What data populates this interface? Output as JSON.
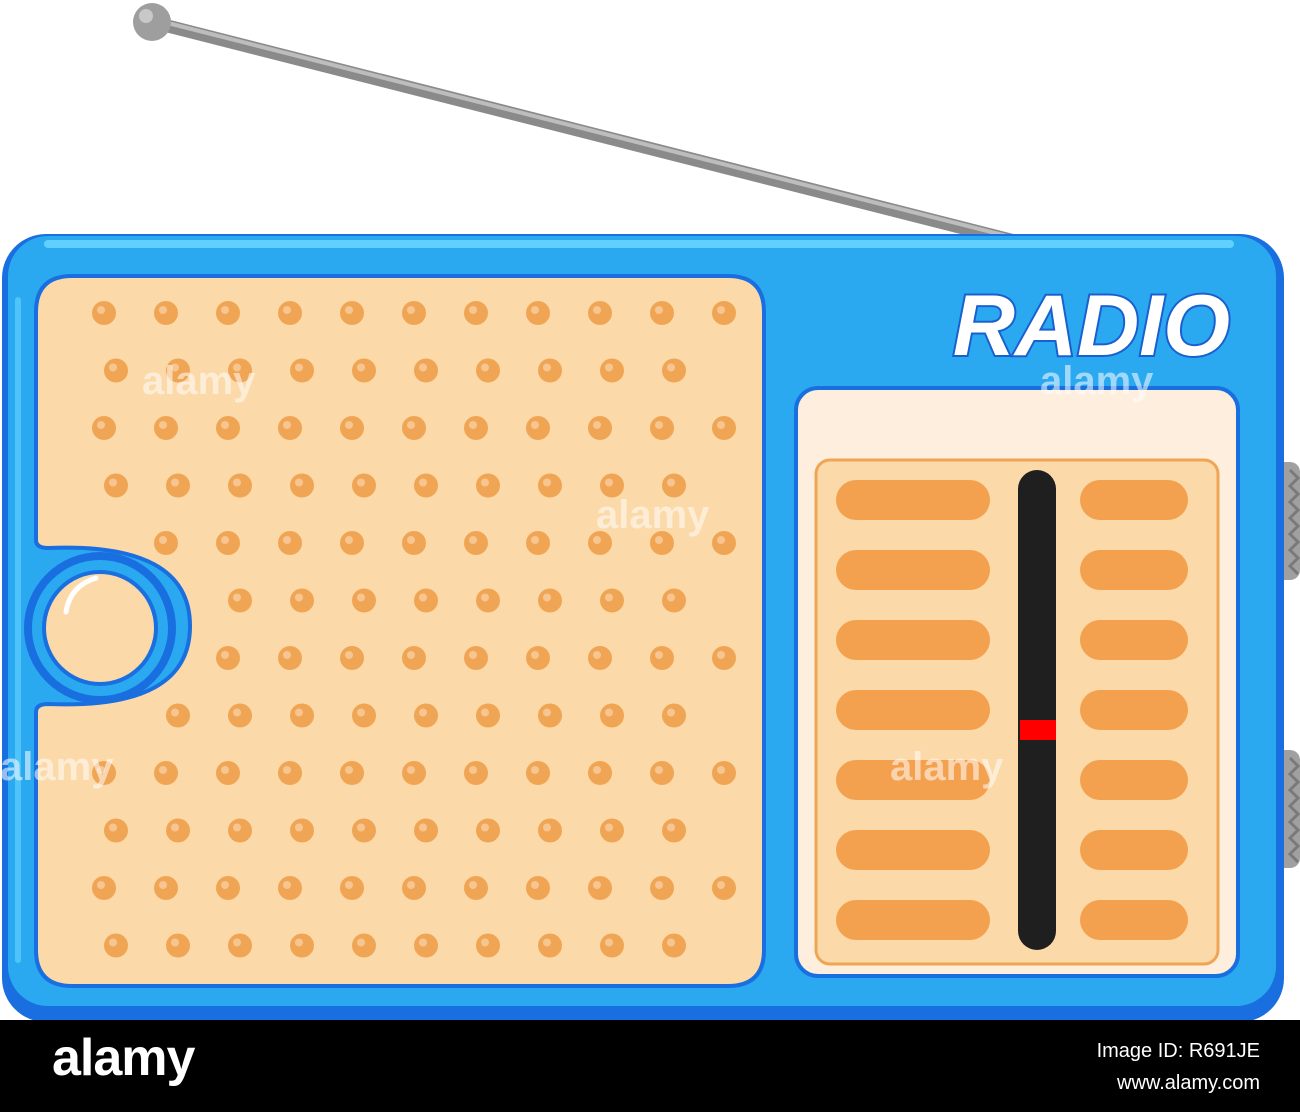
{
  "radio": {
    "label": "RADIO",
    "colors": {
      "body": "#2aa9f0",
      "body_outline": "#1a6fe0",
      "body_highlight": "#5fd0ff",
      "speaker_panel": "#fbd9a8",
      "speaker_hole": "#f0a555",
      "tuner_frame": "#fdeedd",
      "tuner_bar": "#f4a14f",
      "needle": "#1f1f1f",
      "needle_marker": "#ff0000",
      "antenna": "#9e9e9e",
      "label_fill": "#ffffff",
      "label_stroke": "#1a5fd0"
    },
    "icons": [
      "antenna-icon",
      "speaker-grille",
      "volume-knob",
      "tuner-dial",
      "tuning-needle",
      "side-wheel"
    ]
  },
  "watermark": {
    "text": "alamy",
    "logo": "alamy",
    "image_id_label": "Image ID: R691JE",
    "site": "www.alamy.com"
  }
}
